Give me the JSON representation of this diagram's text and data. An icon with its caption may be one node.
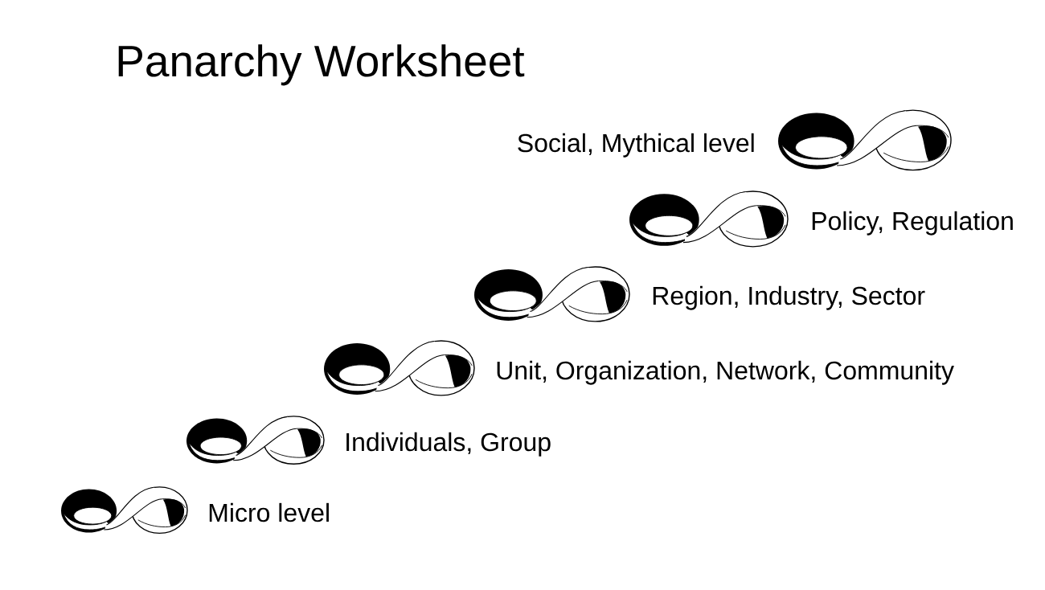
{
  "diagram": {
    "title": "Panarchy Worksheet",
    "nodes": [
      {
        "text": [],
        "shape": "infinity",
        "beside": [
          "Social, Mythical level"
        ]
      },
      {
        "text": [],
        "shape": "infinity",
        "beside": [
          "Policy, Regulation"
        ]
      },
      {
        "text": [],
        "shape": "infinity",
        "beside": [
          "Region, Industry, Sector"
        ]
      },
      {
        "text": [],
        "shape": "infinity",
        "beside": [
          "Unit, Organization, Network, Community"
        ]
      },
      {
        "text": [],
        "shape": "infinity",
        "beside": [
          "Individuals, Group"
        ]
      },
      {
        "text": [],
        "shape": "infinity",
        "beside": [
          "Micro level"
        ]
      }
    ]
  }
}
